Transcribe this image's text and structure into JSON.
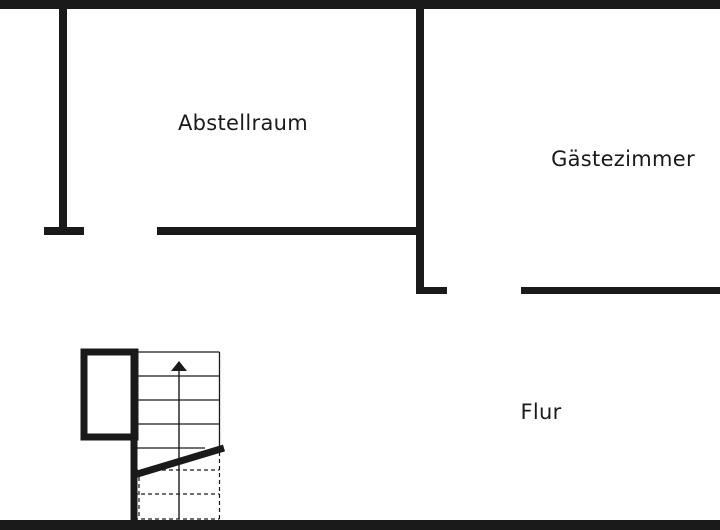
{
  "floorplan": {
    "rooms": [
      {
        "id": "abstellraum",
        "label": "Abstellraum"
      },
      {
        "id": "gaestezimmer",
        "label": "Gästezimmer"
      },
      {
        "id": "flur",
        "label": "Flur"
      }
    ],
    "stair_direction": "up",
    "colors": {
      "wall": "#1a1a1a",
      "background": "#ffffff"
    }
  }
}
